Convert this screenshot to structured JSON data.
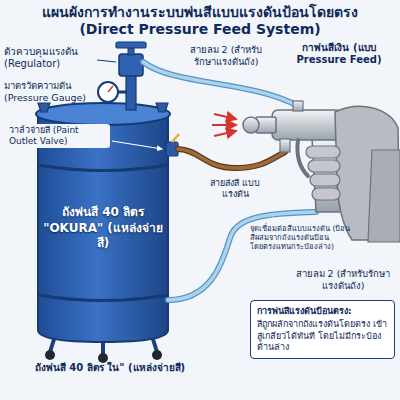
{
  "diagram": {
    "title": "แผนผังการทำงานระบบพ่นสีแบบแรงดันป้อนโดยตรง (Direct Pressure Feed System)",
    "nodes": [
      {
        "text": [
          "ถังพ่นสี 40 ลิตร \"OKURA\" (แหล่งจ่ายสี)"
        ]
      },
      {
        "text": [
          "การพ่นสีแรงดันป้อนตรง:",
          "สีถูกผลักจากถังแรงดันโดยตรง เข้าสู่เกลียวได้ทันที โดยไม่มีกระป๋องด้านล่าง"
        ]
      }
    ],
    "labels": [
      "ตัวควบคุมแรงดัน (Regulator)",
      "มาตรวัดความดัน (Pressure Gauge)",
      "วาล์วจ่ายสี (Paint Outlet Valve)",
      "สายลม 2 (สำหรับรักษาแรงดันถัง)",
      "กาพ่นสีเงิน (แบบ Pressure Feed)",
      "สายส่งสี แบบแรงดัน",
      "จุดเชื่อมต่อสีแบบแรงดัน (ป้อนสีผสมจากถังแรงดันป้อนโดยตรงแทนกระป๋องล่าง)",
      "สายลม 2 (สำหรับรักษาแรงดันถัง)",
      "ถังพ่นสี 40 ลิตร ใน\" (แหล่งจ่ายสี)"
    ]
  }
}
